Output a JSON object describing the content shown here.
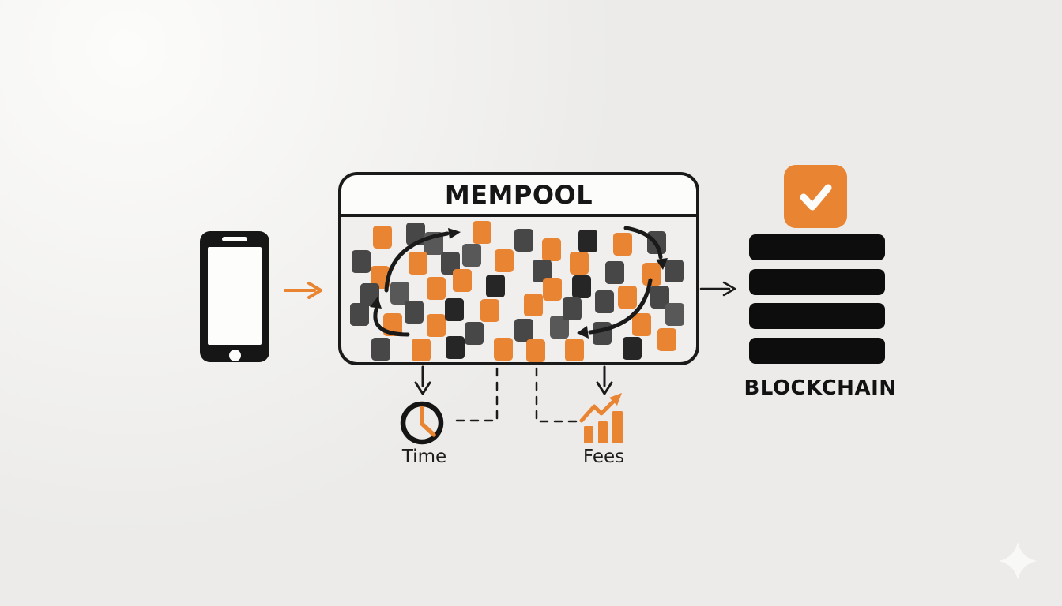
{
  "colors": {
    "background": "#ECEBE9",
    "accent": "#E98432",
    "ink": "#1A1A1A",
    "panel_header": "#FCFCFA",
    "panel_body": "#F0EFED",
    "block_black": "#0D0D0D",
    "phone_black": "#161616",
    "screen_white": "#FDFDFB",
    "sparkle": "#F8F8F6"
  },
  "mempool": {
    "title": "MEMPOOL",
    "square_palette": {
      "o": "#E98432",
      "d": "#474747",
      "b": "#262626",
      "g": "#585858"
    },
    "squares": [
      [
        484,
        301,
        "o"
      ],
      [
        526,
        297,
        "d"
      ],
      [
        549,
        309,
        "g"
      ],
      [
        610,
        295,
        "o"
      ],
      [
        663,
        305,
        "d"
      ],
      [
        698,
        317,
        "o"
      ],
      [
        744,
        306,
        "b"
      ],
      [
        788,
        310,
        "o"
      ],
      [
        831,
        308,
        "d"
      ],
      [
        457,
        332,
        "d"
      ],
      [
        529,
        334,
        "o"
      ],
      [
        570,
        334,
        "d"
      ],
      [
        597,
        324,
        "g"
      ],
      [
        638,
        331,
        "o"
      ],
      [
        686,
        344,
        "d"
      ],
      [
        733,
        334,
        "o"
      ],
      [
        778,
        346,
        "d"
      ],
      [
        825,
        348,
        "o"
      ],
      [
        853,
        344,
        "d"
      ],
      [
        481,
        352,
        "o"
      ],
      [
        468,
        374,
        "d"
      ],
      [
        506,
        372,
        "g"
      ],
      [
        552,
        366,
        "o"
      ],
      [
        585,
        356,
        "o"
      ],
      [
        627,
        363,
        "b"
      ],
      [
        675,
        387,
        "o"
      ],
      [
        699,
        367,
        "o"
      ],
      [
        736,
        364,
        "b"
      ],
      [
        765,
        383,
        "d"
      ],
      [
        794,
        377,
        "o"
      ],
      [
        835,
        377,
        "d"
      ],
      [
        455,
        399,
        "d"
      ],
      [
        524,
        396,
        "d"
      ],
      [
        497,
        412,
        "o"
      ],
      [
        552,
        413,
        "o"
      ],
      [
        575,
        393,
        "b"
      ],
      [
        620,
        394,
        "o"
      ],
      [
        600,
        423,
        "d"
      ],
      [
        663,
        419,
        "d"
      ],
      [
        708,
        415,
        "g"
      ],
      [
        724,
        392,
        "d"
      ],
      [
        812,
        412,
        "o"
      ],
      [
        762,
        423,
        "d"
      ],
      [
        844,
        431,
        "o"
      ],
      [
        854,
        399,
        "g"
      ],
      [
        482,
        443,
        "d"
      ],
      [
        533,
        444,
        "o"
      ],
      [
        576,
        441,
        "b"
      ],
      [
        637,
        443,
        "o"
      ],
      [
        678,
        445,
        "o"
      ],
      [
        727,
        444,
        "o"
      ],
      [
        800,
        442,
        "b"
      ]
    ]
  },
  "blockchain": {
    "label": "BLOCKCHAIN",
    "block_count": 4
  },
  "metrics": {
    "time_label": "Time",
    "fees_label": "Fees"
  },
  "icons": {
    "phone": "smartphone-icon",
    "check": "checkmark-icon",
    "clock": "clock-icon",
    "fees_chart": "bar-chart-rising-icon",
    "sparkle": "sparkle-icon"
  }
}
